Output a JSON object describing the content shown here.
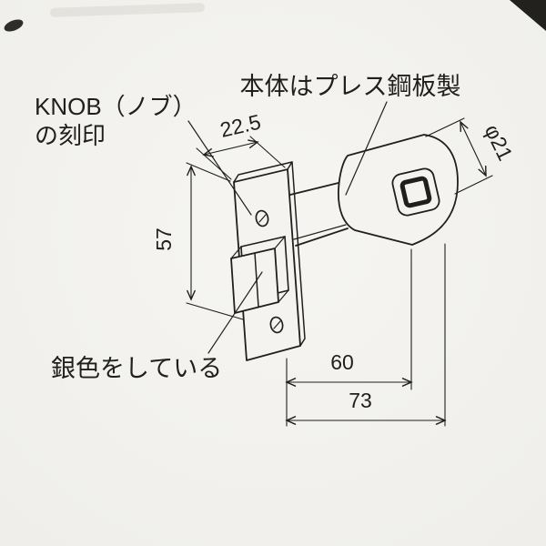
{
  "page": {
    "background": "#f3f2ee",
    "ink": "#201f1d",
    "artifact_color": "#22211e"
  },
  "labels": {
    "body_material": "本体はプレス鋼板製",
    "knob_marking_line1": "KNOB（ノブ）",
    "knob_marking_line2": "の刻印",
    "silver_color": "銀色をしている"
  },
  "dimensions": {
    "faceplate_width": "22.5",
    "screw_hole_pitch": "57",
    "barrel_diameter": "φ21",
    "backset": "60",
    "case_depth": "73"
  }
}
